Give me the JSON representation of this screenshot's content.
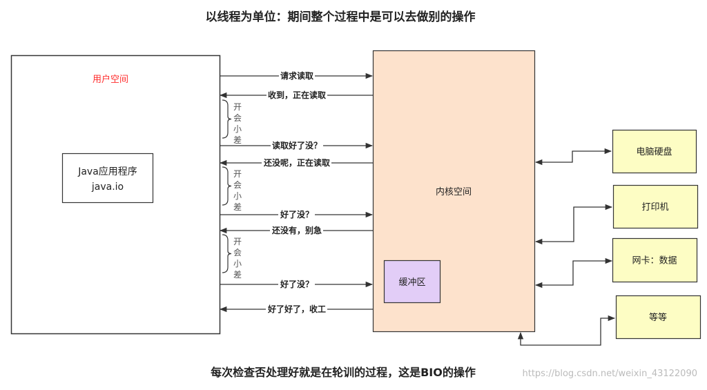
{
  "title": "以线程为单位：期间整个过程中是可以去做别的操作",
  "caption": "每次检查否处理好就是在轮训的过程，这是BIO的操作",
  "watermark": "https://blog.csdn.net/weixin_43122090",
  "user_space": {
    "label": "用户空间",
    "app_line1": "Java应用程序",
    "app_line2": "java.io"
  },
  "kernel_space": {
    "label": "内核空间",
    "buffer": "缓冲区"
  },
  "messages": [
    {
      "text": "请求读取",
      "dir": "right"
    },
    {
      "text": "收到，正在读取",
      "dir": "left"
    },
    {
      "text": "读取好了没？",
      "dir": "right"
    },
    {
      "text": "还没呢，正在读取",
      "dir": "left"
    },
    {
      "text": "好了没？",
      "dir": "right"
    },
    {
      "text": "还没有，别急",
      "dir": "left"
    },
    {
      "text": "好了没？",
      "dir": "right"
    },
    {
      "text": "好了好了，收工",
      "dir": "left"
    }
  ],
  "idle_note": [
    "开",
    "会",
    "小",
    "差"
  ],
  "devices": [
    "电脑硬盘",
    "打印机",
    "网卡：数据",
    "等等"
  ],
  "colors": {
    "kernel": "#fde2cc",
    "buffer": "#e2cdf7",
    "device": "#fdfdc4",
    "user_label": "#ff2a2a"
  }
}
